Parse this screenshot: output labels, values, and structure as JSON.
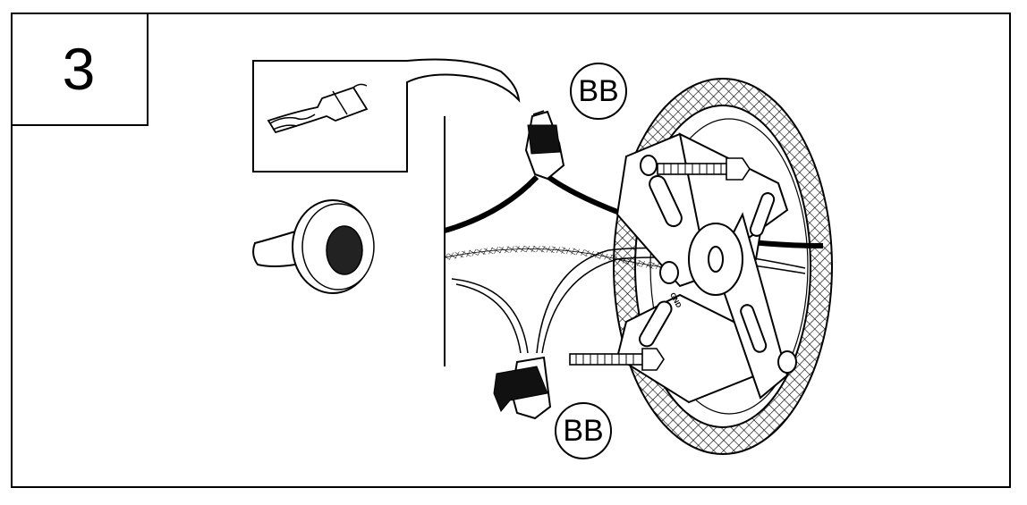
{
  "step": {
    "number": "3"
  },
  "callouts": {
    "top_label": "BB",
    "bottom_label": "BB"
  },
  "labels": {
    "ground": "GND"
  },
  "colors": {
    "line": "#000000",
    "background": "#ffffff"
  }
}
